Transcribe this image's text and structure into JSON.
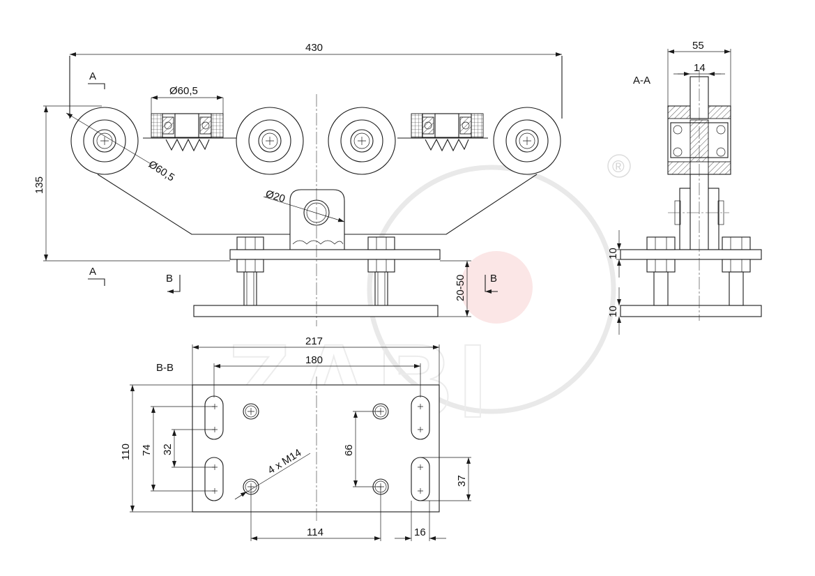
{
  "drawing": {
    "dimensions": {
      "total_length": "430",
      "wheel_diameter_top": "Ø60,5",
      "wheel_diameter_side": "Ø60,5",
      "pin_diameter": "Ø20",
      "height": "135",
      "adjust_range": "20-50",
      "side_width": "55",
      "side_wheel": "14",
      "plate_thickness_top": "10",
      "plate_thickness_bottom": "10",
      "plate_width": "217",
      "slot_spacing": "180",
      "plate_height": "110",
      "slot_outer": "74",
      "slot_inner": "32",
      "hole_vertical": "66",
      "slot_length": "37",
      "hole_spacing": "114",
      "slot_width": "16",
      "thread": "4 x M14"
    },
    "sections": {
      "section_a": "A",
      "section_a2": "A",
      "section_b": "B",
      "section_b2": "B",
      "view_aa": "A-A",
      "view_bb": "B-B"
    },
    "watermark": {
      "brand": "ZABI",
      "registered": "®"
    }
  }
}
